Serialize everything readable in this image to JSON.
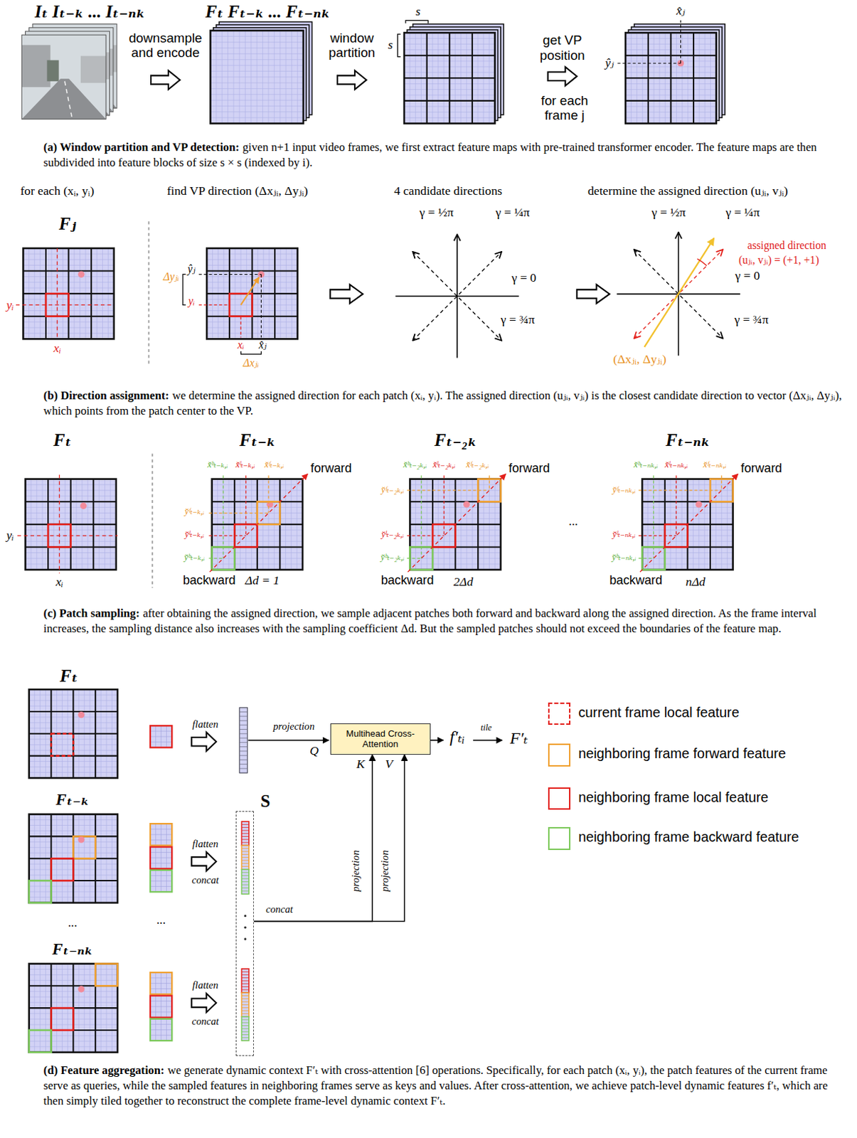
{
  "diagram": {
    "nodes": [
      {
        "text": [
          "S"
        ]
      },
      {
        "text": [
          "Multihead Cross-Attention"
        ]
      }
    ],
    "edges": [
      {
        "from": 0,
        "to": 1,
        "arrow": "to"
      },
      {
        "from": 0,
        "to": 1,
        "arrow": "to"
      }
    ],
    "labels": [
      "Iₜ Iₜ₋ₖ ... Iₜ₋ₙₖ",
      "downsample and encode",
      "Fₜ Fₜ₋ₖ ... Fₜ₋ₙₖ",
      "window partition",
      "s",
      "s",
      "get VP position",
      "for each frame j",
      "x̂ⱼ",
      "ŷⱼ",
      "(a) Window partition and VP detection:",
      "given n+1 input video frames, we first extract feature maps with pre-trained transformer encoder. The feature maps are then subdivided into feature blocks of size s × s (indexed by i).",
      "for each (xᵢ, yᵢ)",
      "find VP direction (Δxⱼᵢ, Δyⱼᵢ)",
      "4 candidate directions",
      "determine the assigned direction (uⱼᵢ, vⱼᵢ)",
      "Fⱼ",
      "yᵢ",
      "xᵢ",
      "Δyⱼᵢ",
      "ŷⱼ",
      "yᵢ",
      "xᵢ",
      "x̂ⱼ",
      "Δxⱼᵢ",
      "γ = ½π",
      "γ = ¼π",
      "γ = 0",
      "γ = ¾π",
      "γ = ½π",
      "γ = ¼π",
      "assigned direction",
      "(uⱼᵢ, vⱼᵢ) = (+1, +1)",
      "γ = 0",
      "γ = ¾π",
      "(Δxⱼᵢ, Δyⱼᵢ)",
      "(b) Direction assignment:",
      "we determine the assigned direction for each patch (xᵢ, yᵢ). The assigned direction (uⱼᵢ, vⱼᵢ) is the closest candidate direction to vector (Δxⱼᵢ, Δyⱼᵢ), which points from the patch center to the VP.",
      "Fₜ",
      "Fₜ₋ₖ",
      "Fₜ₋₂ₖ",
      "Fₜ₋ₙₖ",
      "yᵢ",
      "xᵢ",
      "x̆ᵇₜ₋ₖ,ᵢ",
      "x̆ˡₜ₋ₖ,ᵢ",
      "x̆ᶠₜ₋ₖ,ᵢ",
      "forward",
      "y̆ᶠₜ₋ₖ,ᵢ",
      "y̆ˡₜ₋ₖ,ᵢ",
      "y̆ᵇₜ₋ₖ,ᵢ",
      "backward",
      "Δd = 1",
      "x̆ᵇₜ₋₂ₖ,ᵢ",
      "x̆ˡₜ₋₂ₖ,ᵢ",
      "x̆ᶠₜ₋₂ₖ,ᵢ",
      "forward",
      "y̆ᶠₜ₋₂ₖ,ᵢ",
      "y̆ˡₜ₋₂ₖ,ᵢ",
      "y̆ᵇₜ₋₂ₖ,ᵢ",
      "backward",
      "2Δd",
      "...",
      "x̆ᵇₜ₋ₙₖ,ᵢ",
      "x̆ˡₜ₋ₙₖ,ᵢ",
      "x̆ᶠₜ₋ₙₖ,ᵢ",
      "forward",
      "y̆ᶠₜ₋ₙₖ,ᵢ",
      "y̆ˡₜ₋ₙₖ,ᵢ",
      "y̆ᵇₜ₋ₙₖ,ᵢ",
      "backward",
      "nΔd",
      "(c) Patch sampling:",
      "after obtaining the assigned direction, we sample adjacent patches both forward and backward along the assigned direction. As the frame interval increases, the sampling distance also increases with the sampling coefficient Δd. But the sampled patches should not exceed the boundaries of the feature map.",
      "Fₜ",
      "flatten",
      "projection",
      "Q",
      "K",
      "V",
      "f′ₜᵢ",
      "tile",
      "F′ₜ",
      "Fₜ₋ₖ",
      "flatten",
      "concat",
      "...",
      "...",
      "Fₜ₋ₙₖ",
      "flatten",
      "concat",
      "concat",
      "projection",
      "projection",
      "(d) Feature aggregation:",
      "we generate dynamic context F′ₜ with cross-attention [6] operations. Specifically, for each patch (xᵢ, yᵢ), the patch features of the current frame serve as queries, while the sampled features in neighboring frames serve as keys and values. After cross-attention, we achieve patch-level dynamic features f′ₜ, which are then simply tiled together to reconstruct the complete frame-level dynamic context F′ₜ."
    ],
    "legend": [
      {
        "text": "current frame local feature"
      },
      {
        "text": "neighboring frame forward feature"
      },
      {
        "text": "neighboring frame local feature"
      },
      {
        "text": "neighboring frame backward feature"
      }
    ]
  }
}
